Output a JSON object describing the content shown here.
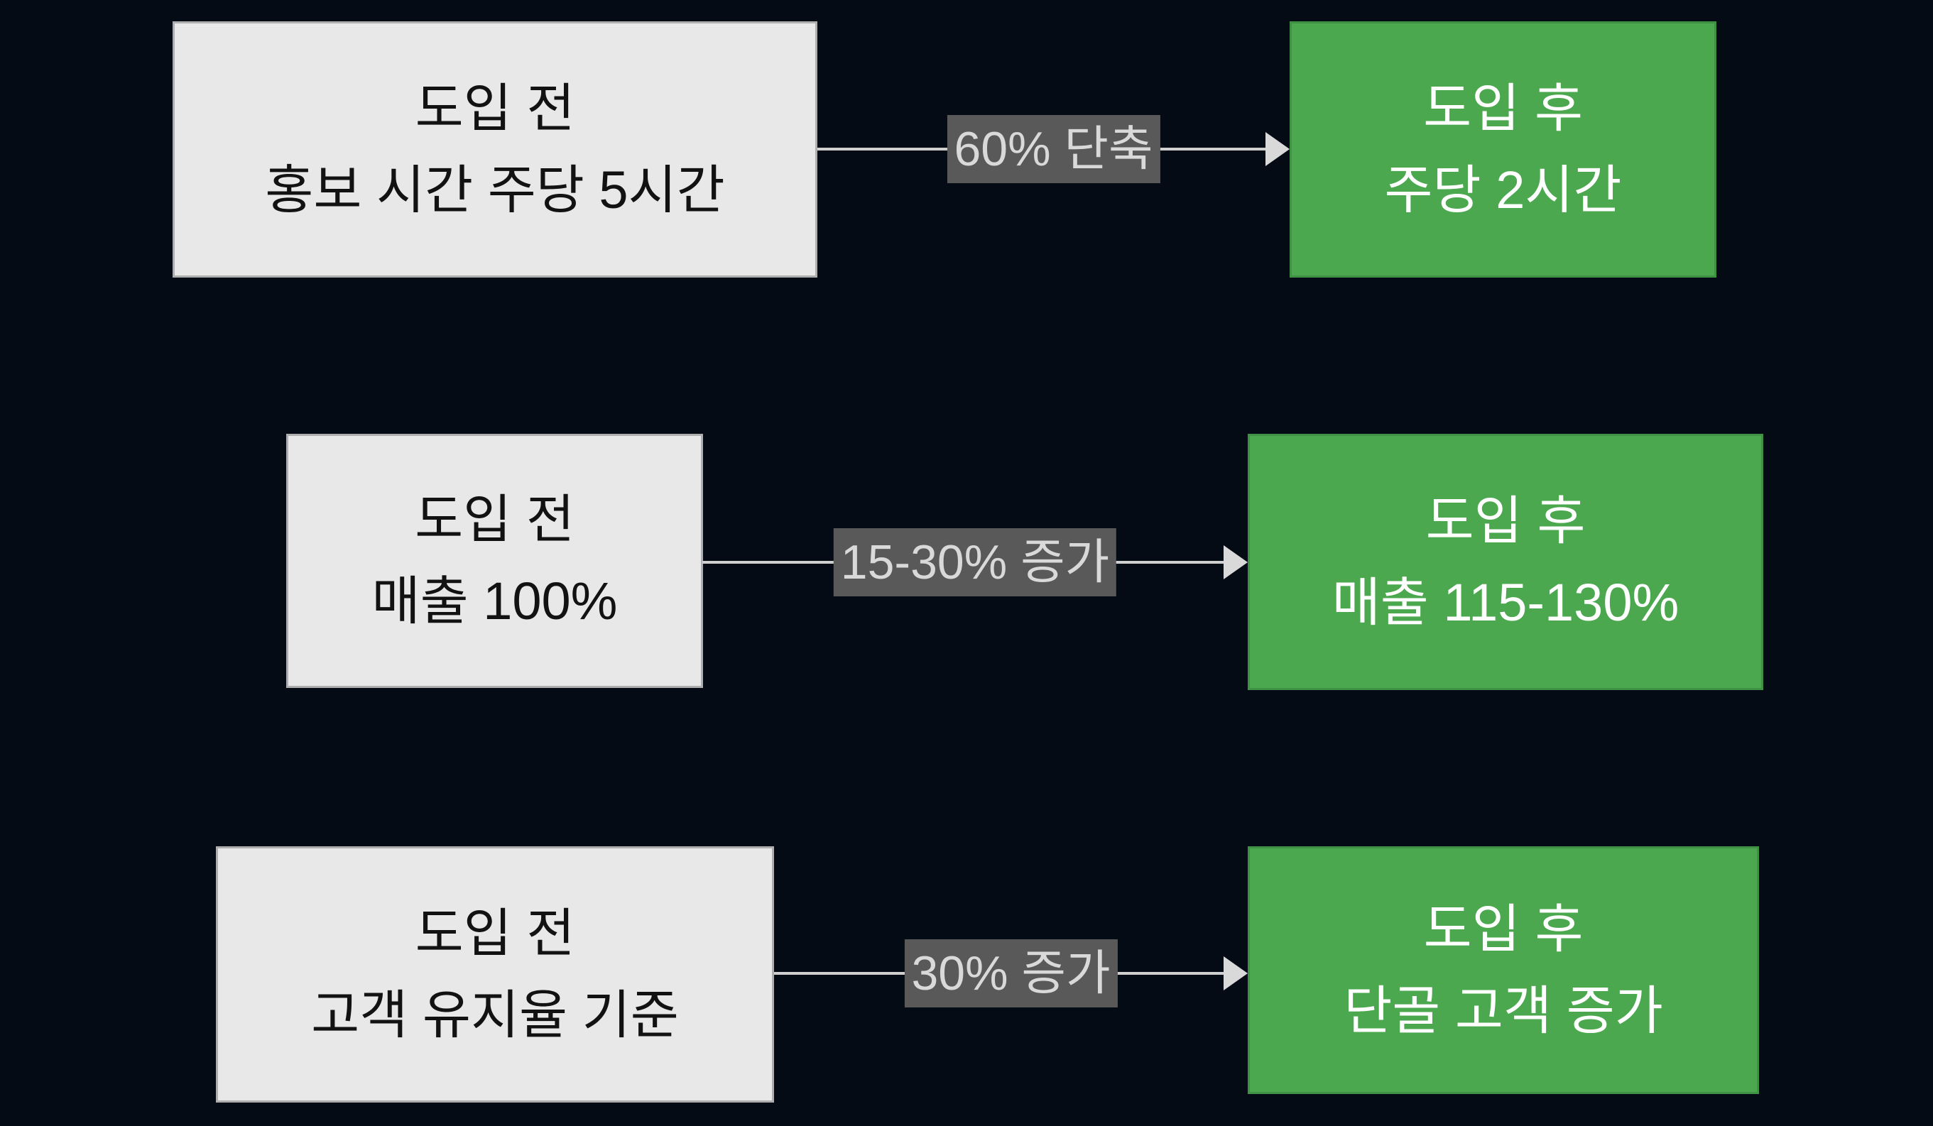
{
  "diagram": {
    "title": "before-after adoption comparison",
    "colors": {
      "background": "#050b15",
      "before_box_bg": "#e9e8e8",
      "before_box_border": "#aeaeae",
      "before_text": "#121212",
      "after_box_bg": "#4ba84f",
      "after_box_border": "#3f9143",
      "after_text": "#ffffff",
      "connector_line": "#cfcfcf",
      "label_bg": "#595959",
      "label_text": "#d9d9d9"
    },
    "rows": [
      {
        "before": {
          "line1": "도입 전",
          "line2": "홍보 시간 주당 5시간"
        },
        "change_label": "60% 단축",
        "after": {
          "line1": "도입 후",
          "line2": "주당 2시간"
        }
      },
      {
        "before": {
          "line1": "도입 전",
          "line2": "매출 100%"
        },
        "change_label": "15-30% 증가",
        "after": {
          "line1": "도입 후",
          "line2": "매출 115-130%"
        }
      },
      {
        "before": {
          "line1": "도입 전",
          "line2": "고객 유지율 기준"
        },
        "change_label": "30% 증가",
        "after": {
          "line1": "도입 후",
          "line2": "단골 고객 증가"
        }
      }
    ]
  }
}
